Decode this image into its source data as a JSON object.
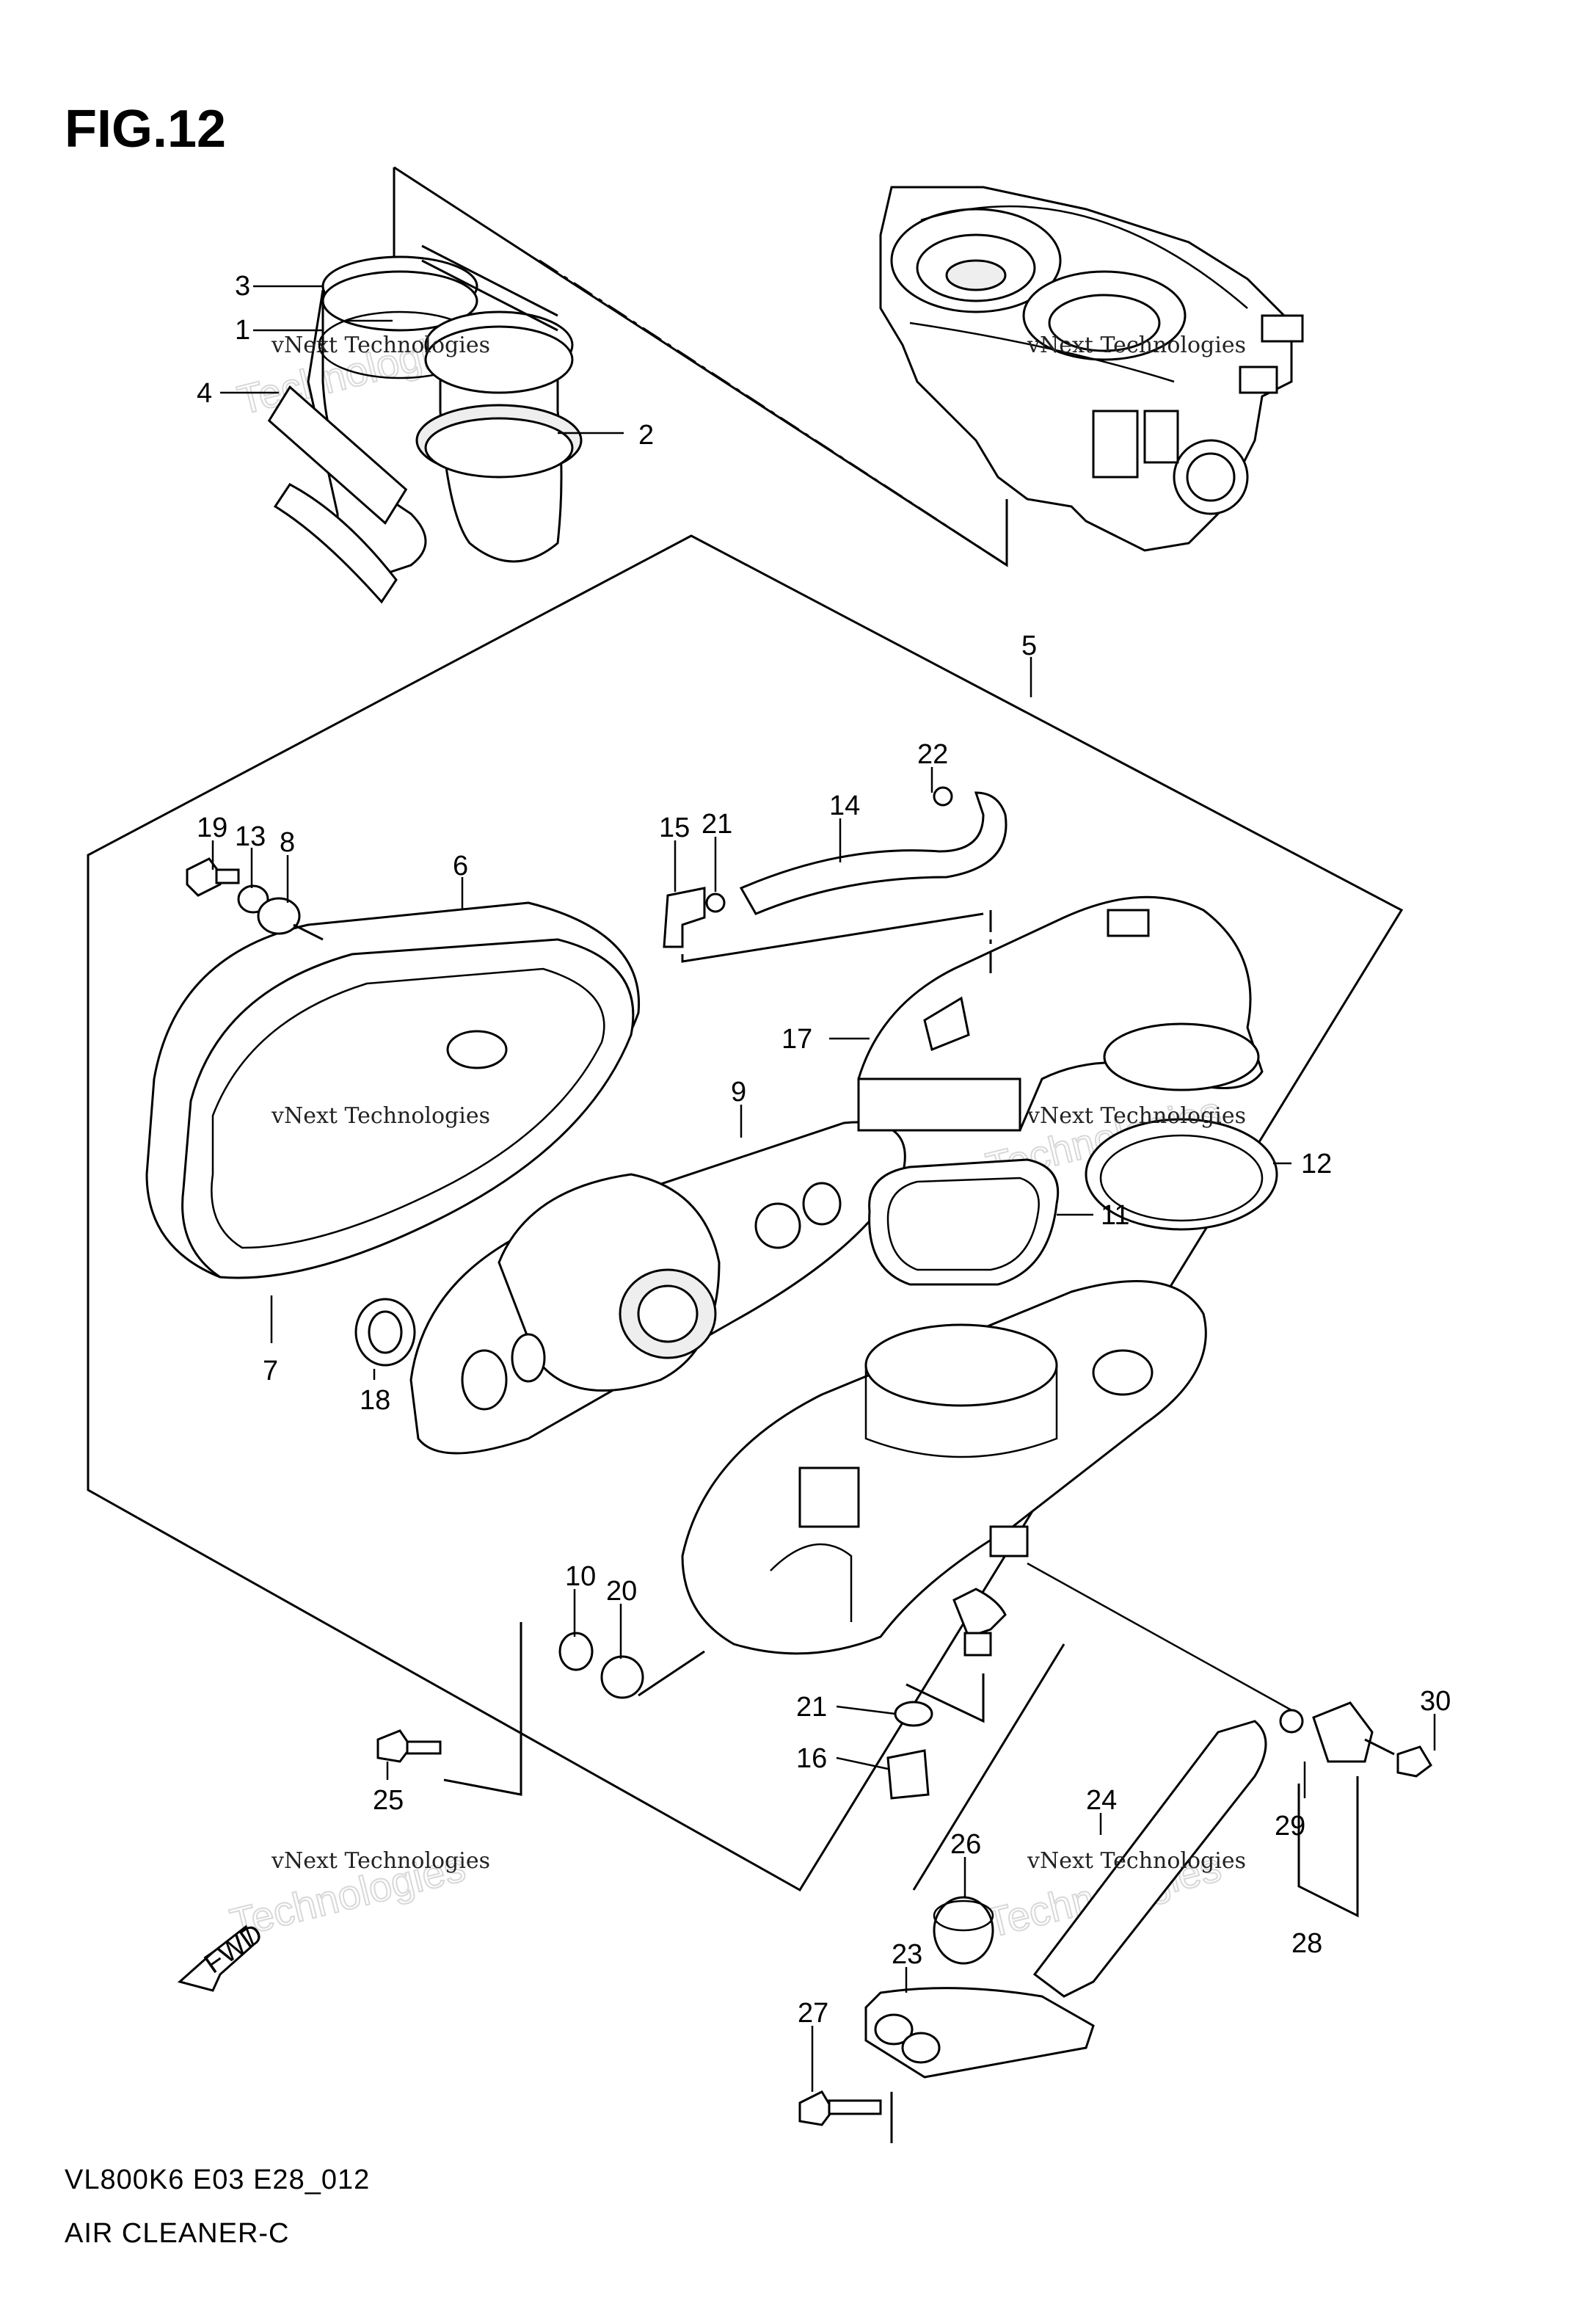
{
  "figure": {
    "title": "FIG.12"
  },
  "footer": {
    "model_code": "VL800K6 E03 E28_012",
    "section_name": "AIR CLEANER-C"
  },
  "direction_badge": {
    "label": "FWD"
  },
  "watermark": {
    "company": "vNext Technologies",
    "line1": "vNext",
    "line2": "Technologies"
  },
  "callouts": [
    "1",
    "2",
    "3",
    "4",
    "5",
    "6",
    "7",
    "8",
    "9",
    "10",
    "11",
    "12",
    "13",
    "14",
    "15",
    "16",
    "17",
    "18",
    "19",
    "20",
    "21",
    "21",
    "22",
    "23",
    "24",
    "25",
    "26",
    "27",
    "28",
    "29",
    "30"
  ]
}
